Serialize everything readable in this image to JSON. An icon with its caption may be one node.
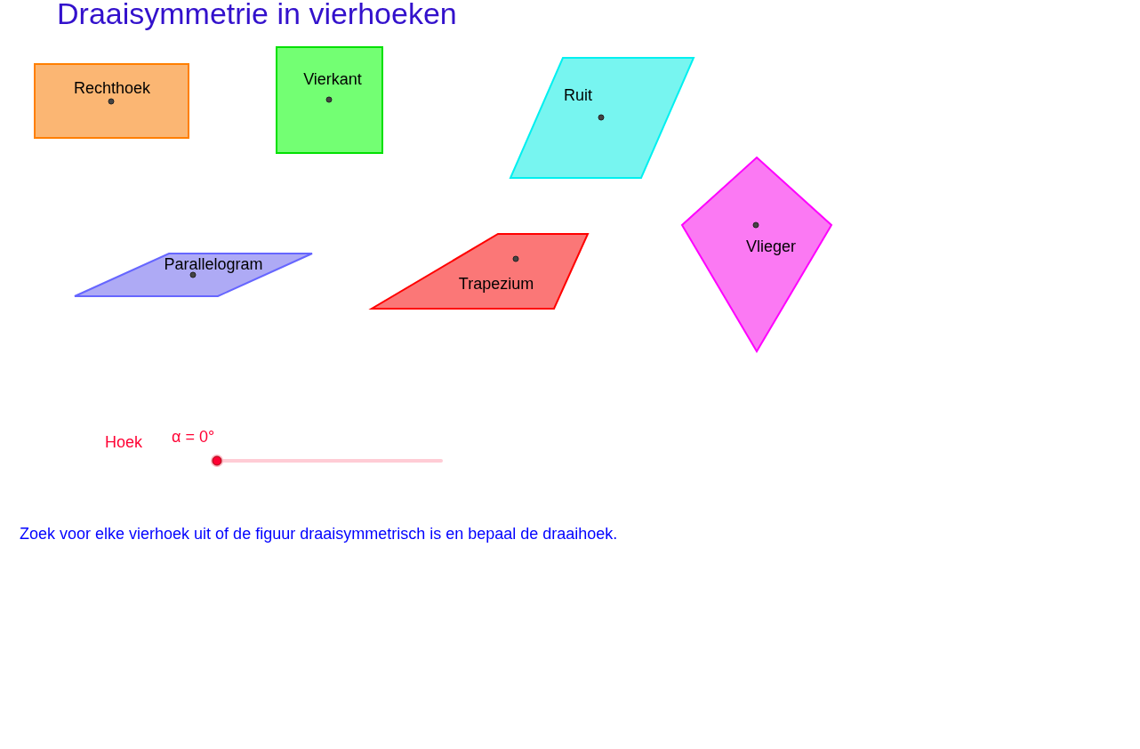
{
  "diagram": {
    "title": "Draaisymmetrie in vierhoeken",
    "nodes": [
      {
        "text": [
          "Rechthoek"
        ]
      },
      {
        "text": [
          "Vierkant"
        ]
      },
      {
        "text": [
          "Ruit"
        ]
      },
      {
        "text": [
          "Parallelogram"
        ]
      },
      {
        "text": [
          "Trapezium"
        ]
      },
      {
        "text": [
          "Vlieger"
        ]
      }
    ],
    "labels": [
      "Hoek",
      "α = 0°",
      "Zoek voor elke vierhoek uit of de figuur draaisymmetrisch is en bepaal de draaihoek."
    ]
  }
}
